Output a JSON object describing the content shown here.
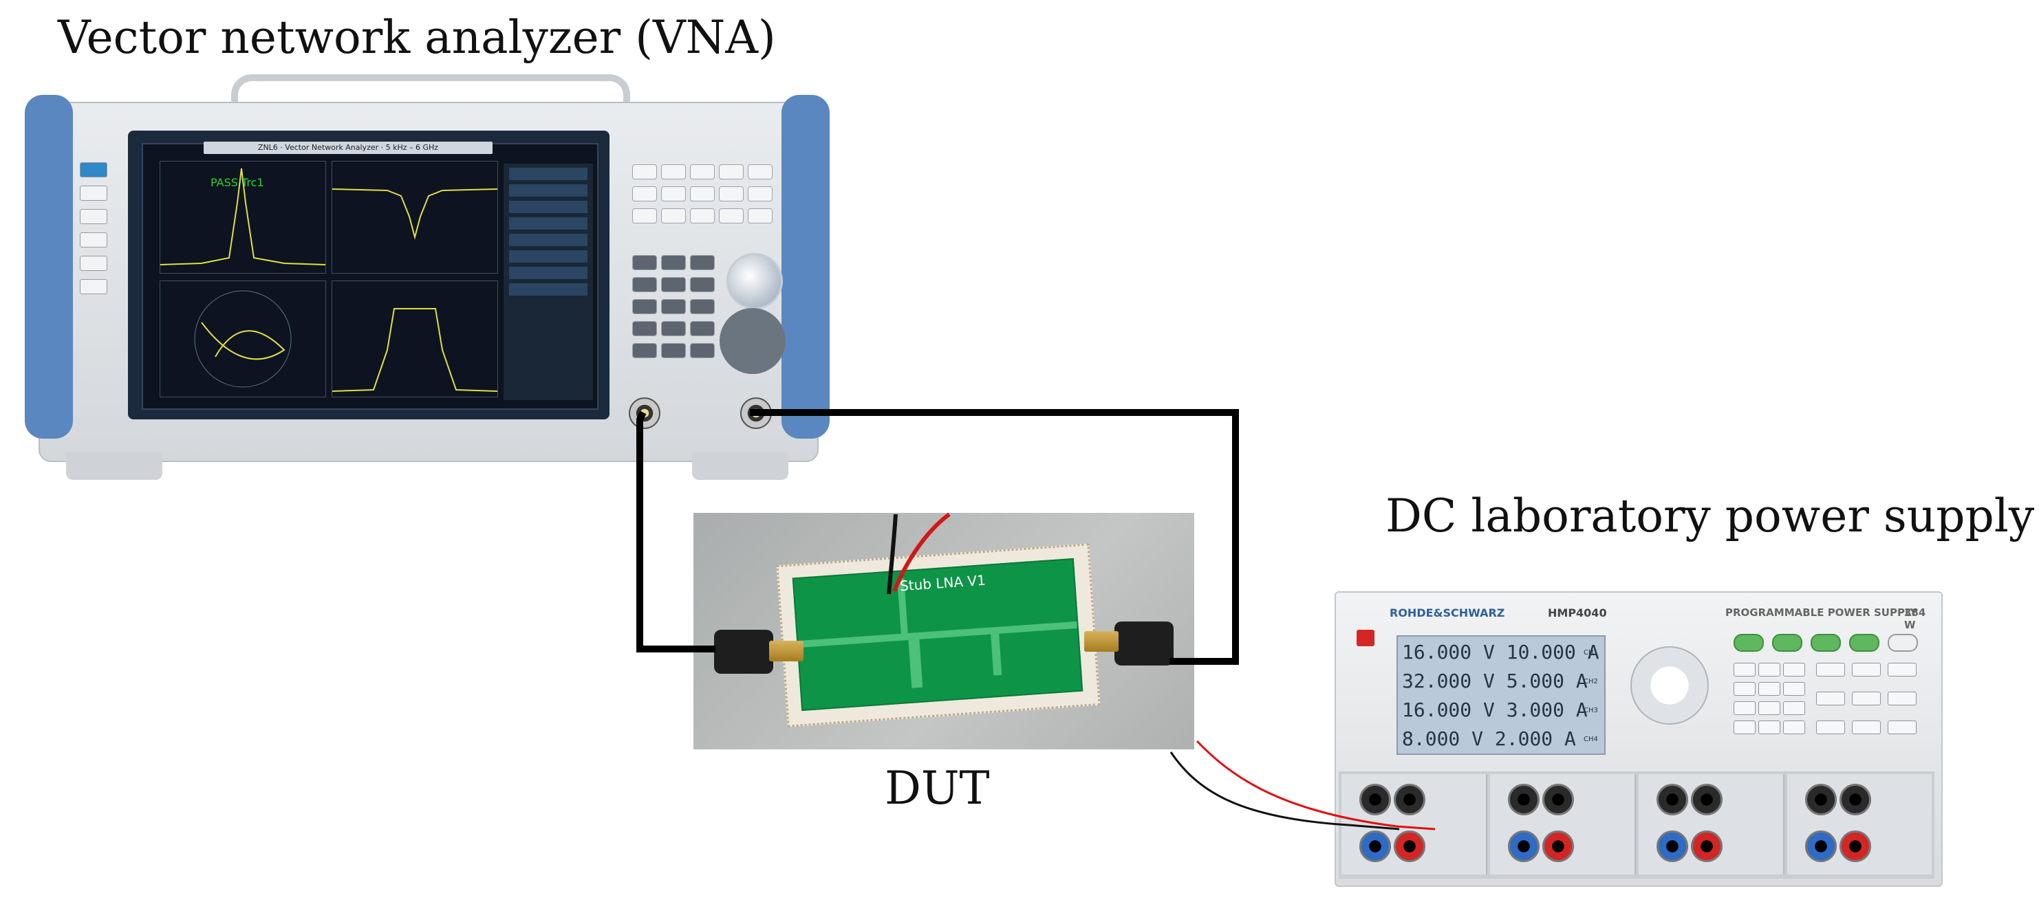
{
  "labels": {
    "vna": "Vector network analyzer (VNA)",
    "psu": "DC laboratory power supply",
    "dut": "DUT"
  },
  "vna_panel": {
    "title_bar": "ZNL6 · Vector Network Analyzer · 5 kHz – 6 GHz",
    "pass_text": "PASS  Trc1"
  },
  "dut_board": {
    "board_text": "Stub LNA V1"
  },
  "psu_panel": {
    "brand": "ROHDE&SCHWARZ",
    "model": "HMP4040",
    "tagline": "PROGRAMMABLE POWER SUPPLY",
    "wattage": "384 W",
    "readouts": [
      {
        "voltage": "16.000 V",
        "current": "10.000 A",
        "channel": "CH1"
      },
      {
        "voltage": "32.000 V",
        "current": "5.000 A",
        "channel": "CH2"
      },
      {
        "voltage": "16.000 V",
        "current": "3.000 A",
        "channel": "CH3"
      },
      {
        "voltage": "8.000 V",
        "current": "2.000 A",
        "channel": "CH4"
      }
    ]
  },
  "colors": {
    "coax_cable": "#000000",
    "dc_positive_wire": "#e01010",
    "dc_negative_wire": "#111111",
    "vna_bumper": "#5b87c0",
    "pcb_green": "#0e9447"
  }
}
